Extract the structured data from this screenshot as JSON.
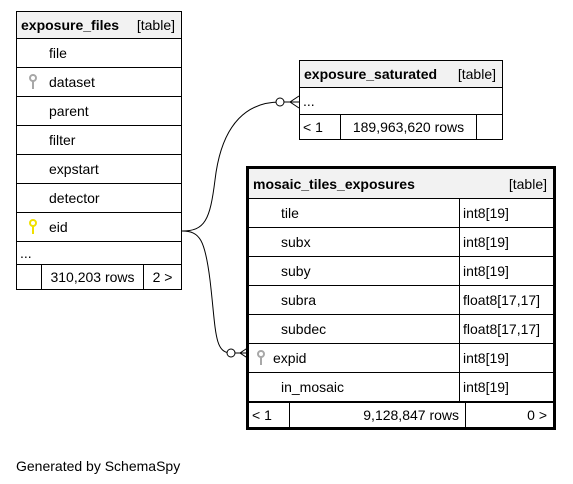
{
  "exposure_files": {
    "name": "exposure_files",
    "kind": "[table]",
    "columns": [
      "file",
      "dataset",
      "parent",
      "filter",
      "expstart",
      "detector",
      "eid"
    ],
    "more": "...",
    "rows": "310,203 rows",
    "children": "2 >"
  },
  "exposure_saturated": {
    "name": "exposure_saturated",
    "kind": "[table]",
    "more": "...",
    "parents": "< 1",
    "rows": "189,963,620 rows"
  },
  "mosaic_tiles_exposures": {
    "name": "mosaic_tiles_exposures",
    "kind": "[table]",
    "columns": [
      {
        "name": "tile",
        "type": "int8[19]"
      },
      {
        "name": "subx",
        "type": "int8[19]"
      },
      {
        "name": "suby",
        "type": "int8[19]"
      },
      {
        "name": "subra",
        "type": "float8[17,17]"
      },
      {
        "name": "subdec",
        "type": "float8[17,17]"
      },
      {
        "name": "expid",
        "type": "int8[19]"
      },
      {
        "name": "in_mosaic",
        "type": "int8[19]"
      }
    ],
    "parents": "< 1",
    "rows": "9,128,847 rows",
    "children": "0 >"
  },
  "footer_text": "Generated by SchemaSpy",
  "colors": {
    "primary_key": "#f0e000",
    "foreign_key": "#a8a8a8",
    "header_bg": "#f2f2f2"
  }
}
